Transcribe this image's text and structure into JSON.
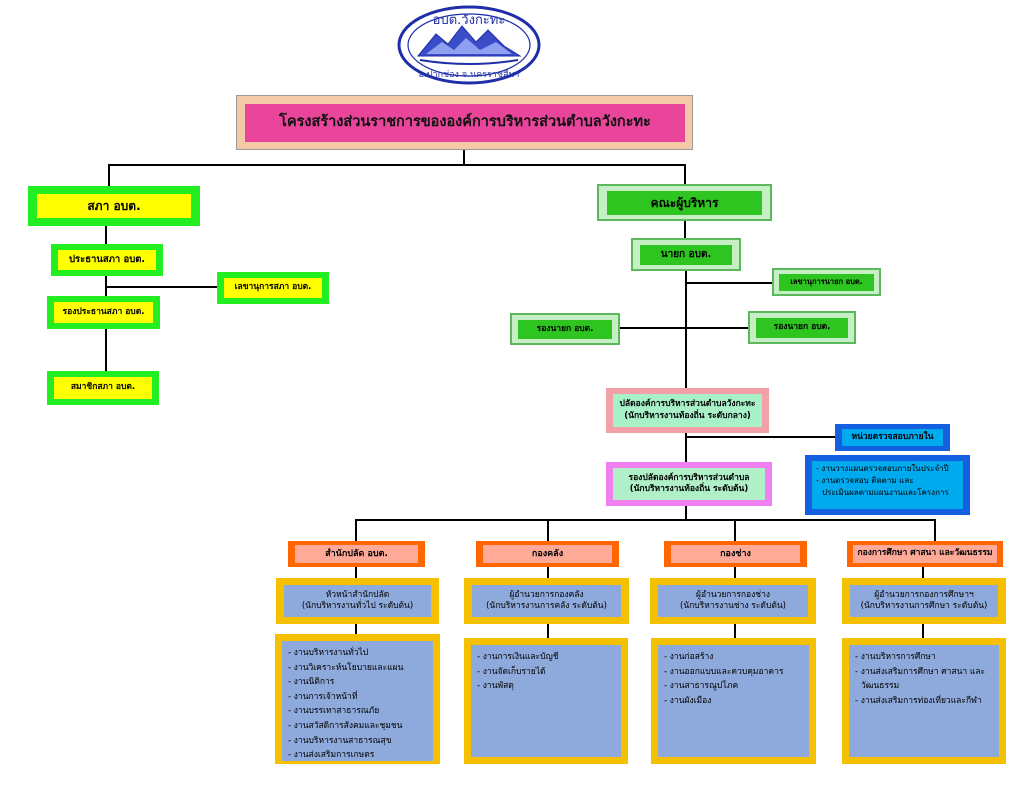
{
  "logo": {
    "top_text": "อบต.วังกะทะ",
    "bottom_text": "อ.ปากช่อง จ.นครราชสีมา"
  },
  "title": "โครงสร้างส่วนราชการขององค์การบริหารส่วนตำบลวังกะทะ",
  "council": {
    "head": "สภา อบต.",
    "chair": "ประธานสภา อบต.",
    "secretary": "เลขานุการสภา อบต.",
    "vice_chair": "รองประธานสภา อบต.",
    "member": "สมาชิกสภา อบต."
  },
  "executive": {
    "head": "คณะผู้บริหาร",
    "mayor": "นายก อบต.",
    "secretary": "เลขานุการนายก อบต.",
    "deputy_left": "รองนายก อบต.",
    "deputy_right": "รองนายก อบต."
  },
  "clerk": {
    "line1": "ปลัดองค์การบริหารส่วนตำบลวังกะทะ",
    "line2": "(นักบริหารงานท้องถิ่น ระดับกลาง)"
  },
  "deputy_clerk": {
    "line1": "รองปลัดองค์การบริหารส่วนตำบล",
    "line2": "(นักบริหารงานท้องถิ่น ระดับต้น)"
  },
  "audit": {
    "title": "หน่วยตรวจสอบภายใน",
    "items": [
      "- งานวางแผนตรวจสอบภายในประจำปี",
      "- งานตรวจสอบ ติดตาม และ",
      "ประเมินผลตามแผนงานและโครงการ"
    ]
  },
  "divisions": [
    {
      "name": "สำนักปลัด อบต.",
      "head_line1": "หัวหน้าสำนักปลัด",
      "head_line2": "(นักบริหารงานทั่วไป ระดับต้น)",
      "tasks": [
        "- งานบริหารงานทั่วไป",
        "- งานวิเคราะห์นโยบายและแผน",
        "- งานนิติการ",
        "- งานการเจ้าหน้าที่",
        "- งานบรรเทาสาธารณภัย",
        "- งานสวัสดิการสังคมและชุมชน",
        "- งานบริหารงานสาธารณสุข",
        "- งานส่งเสริมการเกษตร"
      ]
    },
    {
      "name": "กองคลัง",
      "head_line1": "ผู้อำนวยการกองคลัง",
      "head_line2": "(นักบริหารงานการคลัง ระดับต้น)",
      "tasks": [
        "- งานการเงินและบัญชี",
        "- งานจัดเก็บรายได้",
        "- งานพัสดุ"
      ]
    },
    {
      "name": "กองช่าง",
      "head_line1": "ผู้อำนวยการกองช่าง",
      "head_line2": "(นักบริหารงานช่าง ระดับต้น)",
      "tasks": [
        "- งานก่อสร้าง",
        "- งานออกแบบและควบคุมอาคาร",
        "- งานสาธารณูปโภค",
        "- งานผังเมือง"
      ]
    },
    {
      "name": "กองการศึกษา ศาสนา และวัฒนธรรม",
      "head_line1": "ผู้อำนวยการกองการศึกษาฯ",
      "head_line2": "(นักบริหารงานการศึกษา ระดับต้น)",
      "tasks": [
        "- งานบริหารการศึกษา",
        "- งานส่งเสริมการศึกษา ศาสนา และ",
        "วัฒนธรรม",
        "- งานส่งเสริมการท่องเที่ยวและกีฬา"
      ]
    }
  ],
  "colors": {
    "title_outer": "#f4c9a8",
    "title_inner": "#e8459b",
    "council_outer": "#22ee22",
    "council_inner": "#ffff00",
    "exec_outer": "#c6efc6",
    "exec_inner": "#2ec520",
    "exec_border": "#5cb85c",
    "clerk_outer": "#f4a0a8",
    "clerk_inner": "#a8f0c8",
    "deputy_outer": "#f080f0",
    "deputy_inner": "#b0f0c8",
    "audit_title": "#1560e0",
    "audit_list": "#00aaee",
    "division_outer": "#ff6600",
    "division_inner": "#ffaa99",
    "task_frame": "#f5c000",
    "task_fill": "#8ea9db"
  }
}
